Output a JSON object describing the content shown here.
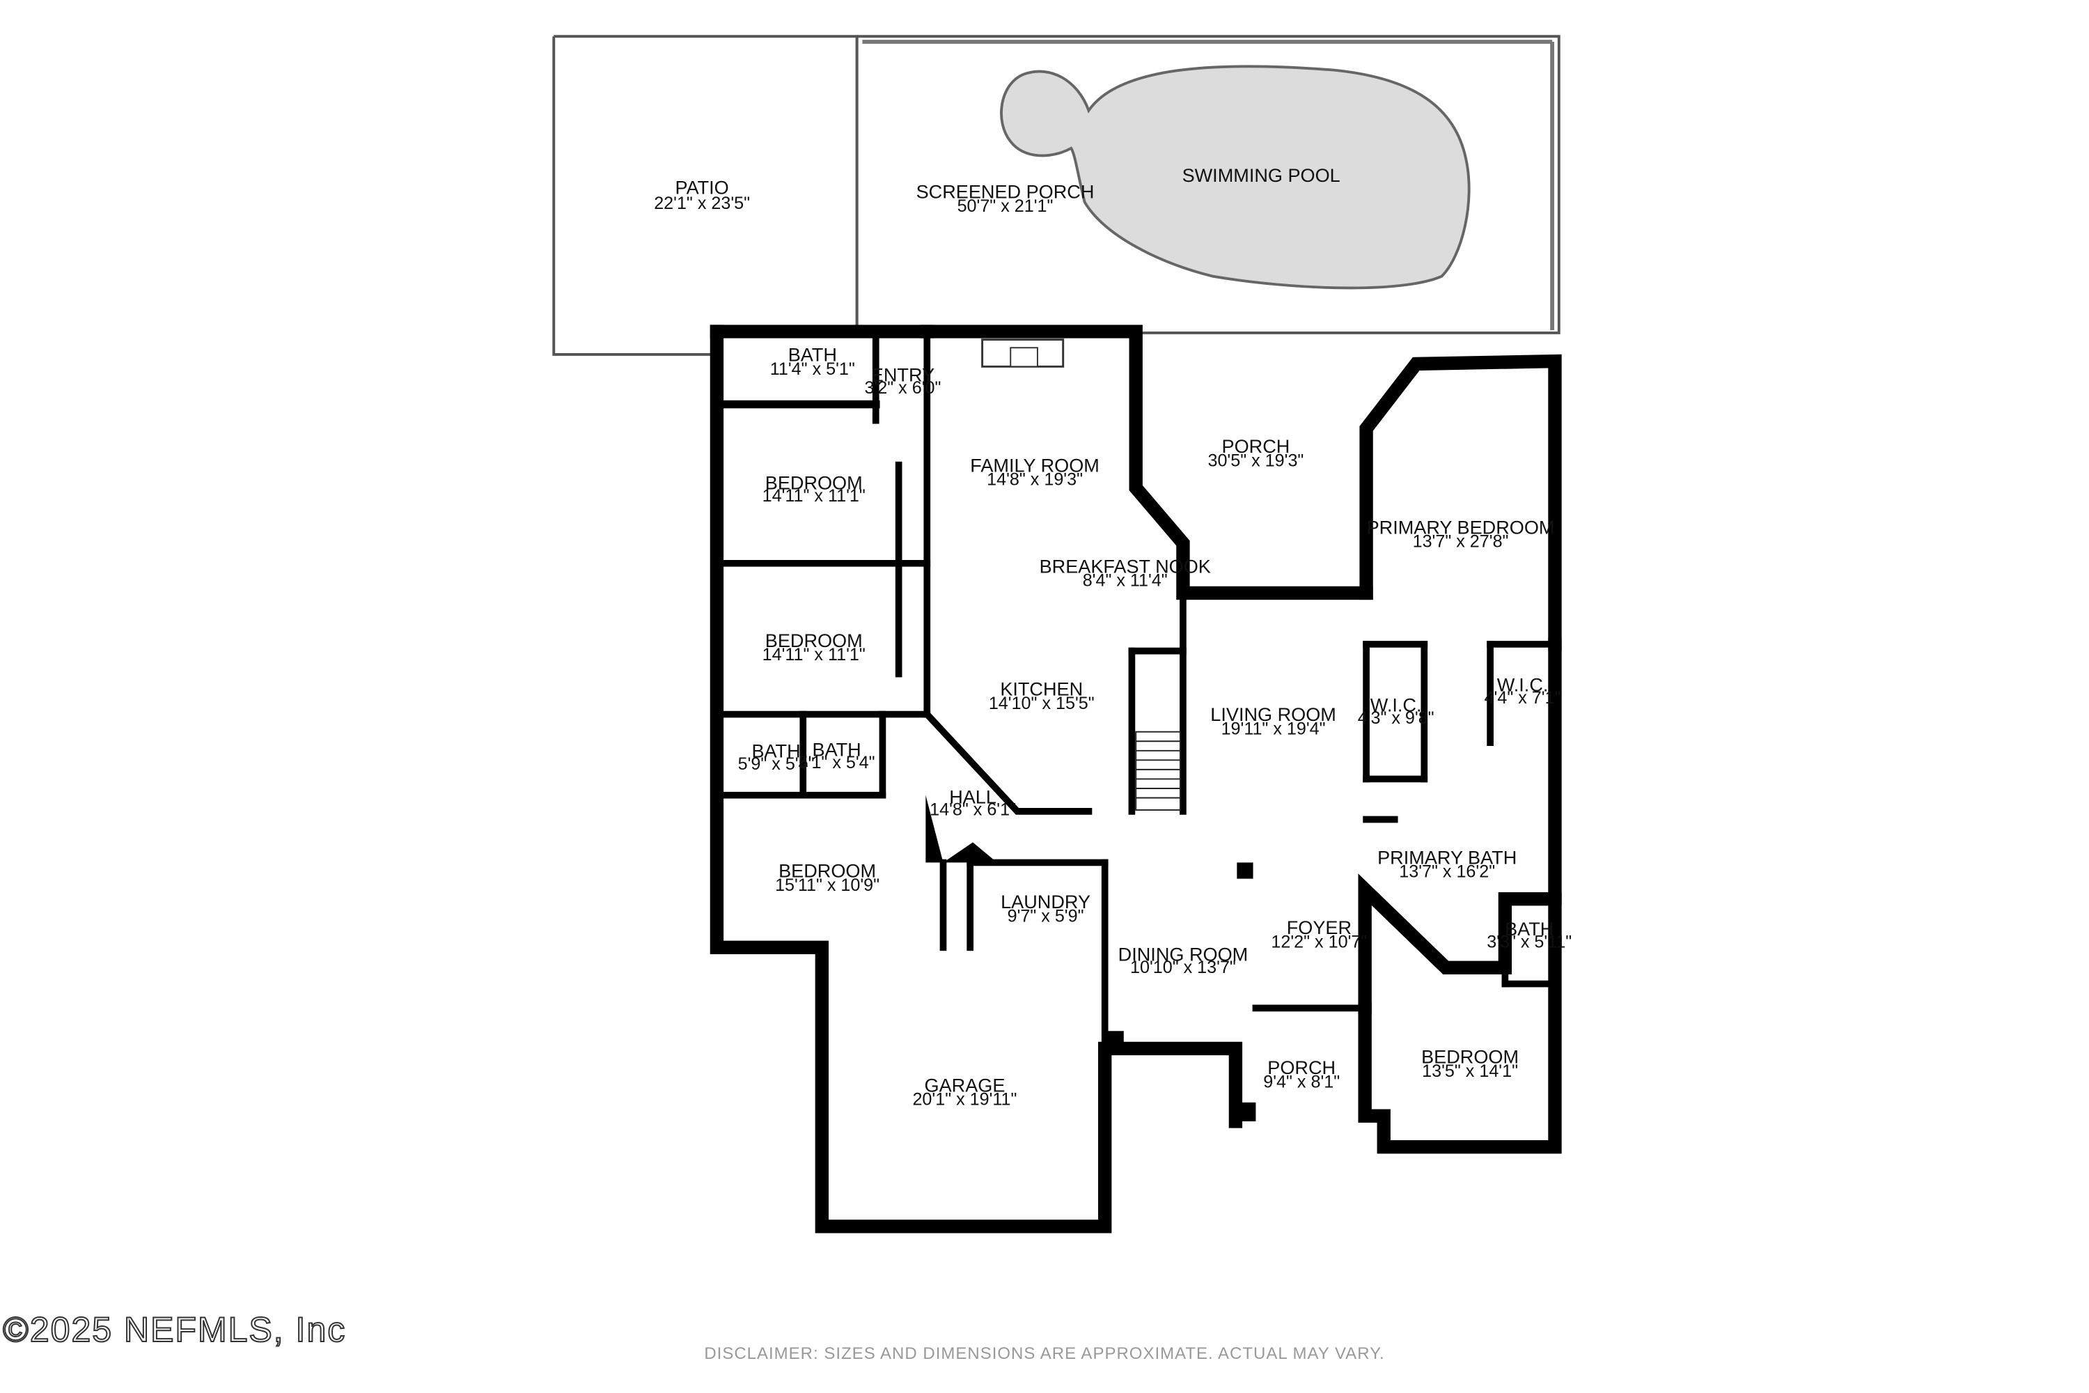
{
  "rooms": {
    "patio": {
      "name": "PATIO",
      "dim": "22'1\" x 23'5\""
    },
    "screened_porch": {
      "name": "SCREENED PORCH",
      "dim": "50'7\" x 21'1\""
    },
    "pool": {
      "name": "SWIMMING POOL"
    },
    "bath_top": {
      "name": "BATH",
      "dim": "11'4\" x 5'1\""
    },
    "entry": {
      "name": "ENTRY",
      "dim": "3'2\" x 6'0\""
    },
    "family_room": {
      "name": "FAMILY ROOM",
      "dim": "14'8\" x 19'3\""
    },
    "porch_back": {
      "name": "PORCH",
      "dim": "30'5\" x 19'3\""
    },
    "bedroom1": {
      "name": "BEDROOM",
      "dim": "14'11\" x 11'1\""
    },
    "bedroom2": {
      "name": "BEDROOM",
      "dim": "14'11\" x 11'1\""
    },
    "breakfast_nook": {
      "name": "BREAKFAST NOOK",
      "dim": "8'4\" x 11'4\""
    },
    "primary_bedroom": {
      "name": "PRIMARY BEDROOM",
      "dim": "13'7\" x 27'8\""
    },
    "kitchen": {
      "name": "KITCHEN",
      "dim": "14'10\" x 15'5\""
    },
    "wic1": {
      "name": "W.I.C.",
      "dim": "4'3\" x 9'8\""
    },
    "wic2": {
      "name": "W.I.C.",
      "dim": "4'4\" x 7'1\""
    },
    "living_room": {
      "name": "LIVING ROOM",
      "dim": "19'11\" x 19'4\""
    },
    "bath_a": {
      "name": "BATH",
      "dim": "5'9\" x 5'4\""
    },
    "bath_b": {
      "name": "BATH",
      "dim": "5'1\" x 5'4\""
    },
    "hall": {
      "name": "HALL",
      "dim": "14'8\" x 6'1\""
    },
    "primary_bath": {
      "name": "PRIMARY BATH",
      "dim": "13'7\" x 16'2\""
    },
    "bedroom3": {
      "name": "BEDROOM",
      "dim": "15'11\" x 10'9\""
    },
    "laundry": {
      "name": "LAUNDRY",
      "dim": "9'7\" x 5'9\""
    },
    "bath_c": {
      "name": "BATH",
      "dim": "3'3\" x 5'11\""
    },
    "dining_room": {
      "name": "DINING ROOM",
      "dim": "10'10\" x 13'7\""
    },
    "foyer": {
      "name": "FOYER",
      "dim": "12'2\" x 10'7\""
    },
    "porch_front": {
      "name": "PORCH",
      "dim": "9'4\" x 8'1\""
    },
    "bedroom4": {
      "name": "BEDROOM",
      "dim": "13'5\" x 14'1\""
    },
    "garage": {
      "name": "GARAGE",
      "dim": "20'1\" x 19'11\""
    }
  },
  "watermark": "©2025 NEFMLS, Inc",
  "disclaimer": "DISCLAIMER: SIZES AND DIMENSIONS ARE APPROXIMATE. ACTUAL MAY VARY."
}
